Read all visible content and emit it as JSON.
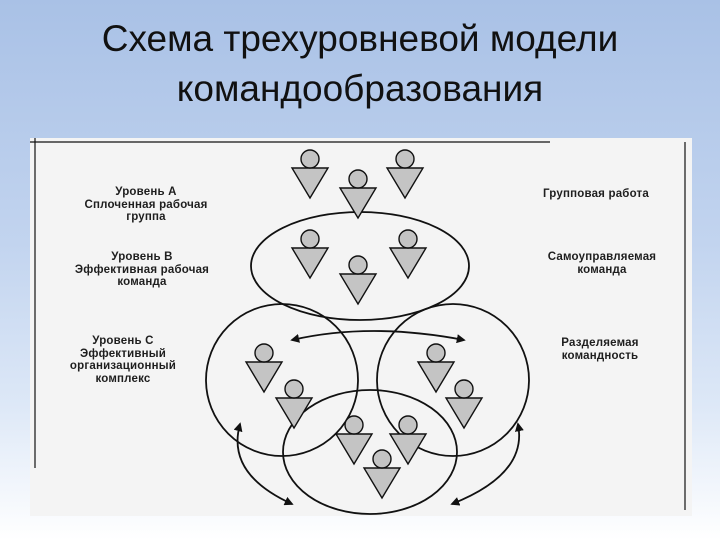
{
  "slide": {
    "title_line1": "Схема трехуровневой модели",
    "title_line2": "командообразования"
  },
  "diagram": {
    "levels": [
      {
        "id": "a",
        "left_label": [
          "Уровень А",
          "Сплоченная рабочая",
          "группа"
        ],
        "right_label": [
          "Групповая работа"
        ]
      },
      {
        "id": "b",
        "left_label": [
          "Уровень В",
          "Эффективная рабочая",
          "команда"
        ],
        "right_label": [
          "Самоуправляемая",
          "команда"
        ]
      },
      {
        "id": "c",
        "left_label": [
          "Уровень С",
          "Эффективный",
          "организационный",
          "комплекс"
        ],
        "right_label": [
          "Разделяемая",
          "командность"
        ]
      }
    ],
    "icons": {
      "person": "person-icon",
      "arrow": "curved-arrow-icon"
    },
    "colors": {
      "icon_fill": "#c4c4c4",
      "stroke": "#111111",
      "frame_background": "#f4f4f4"
    }
  }
}
